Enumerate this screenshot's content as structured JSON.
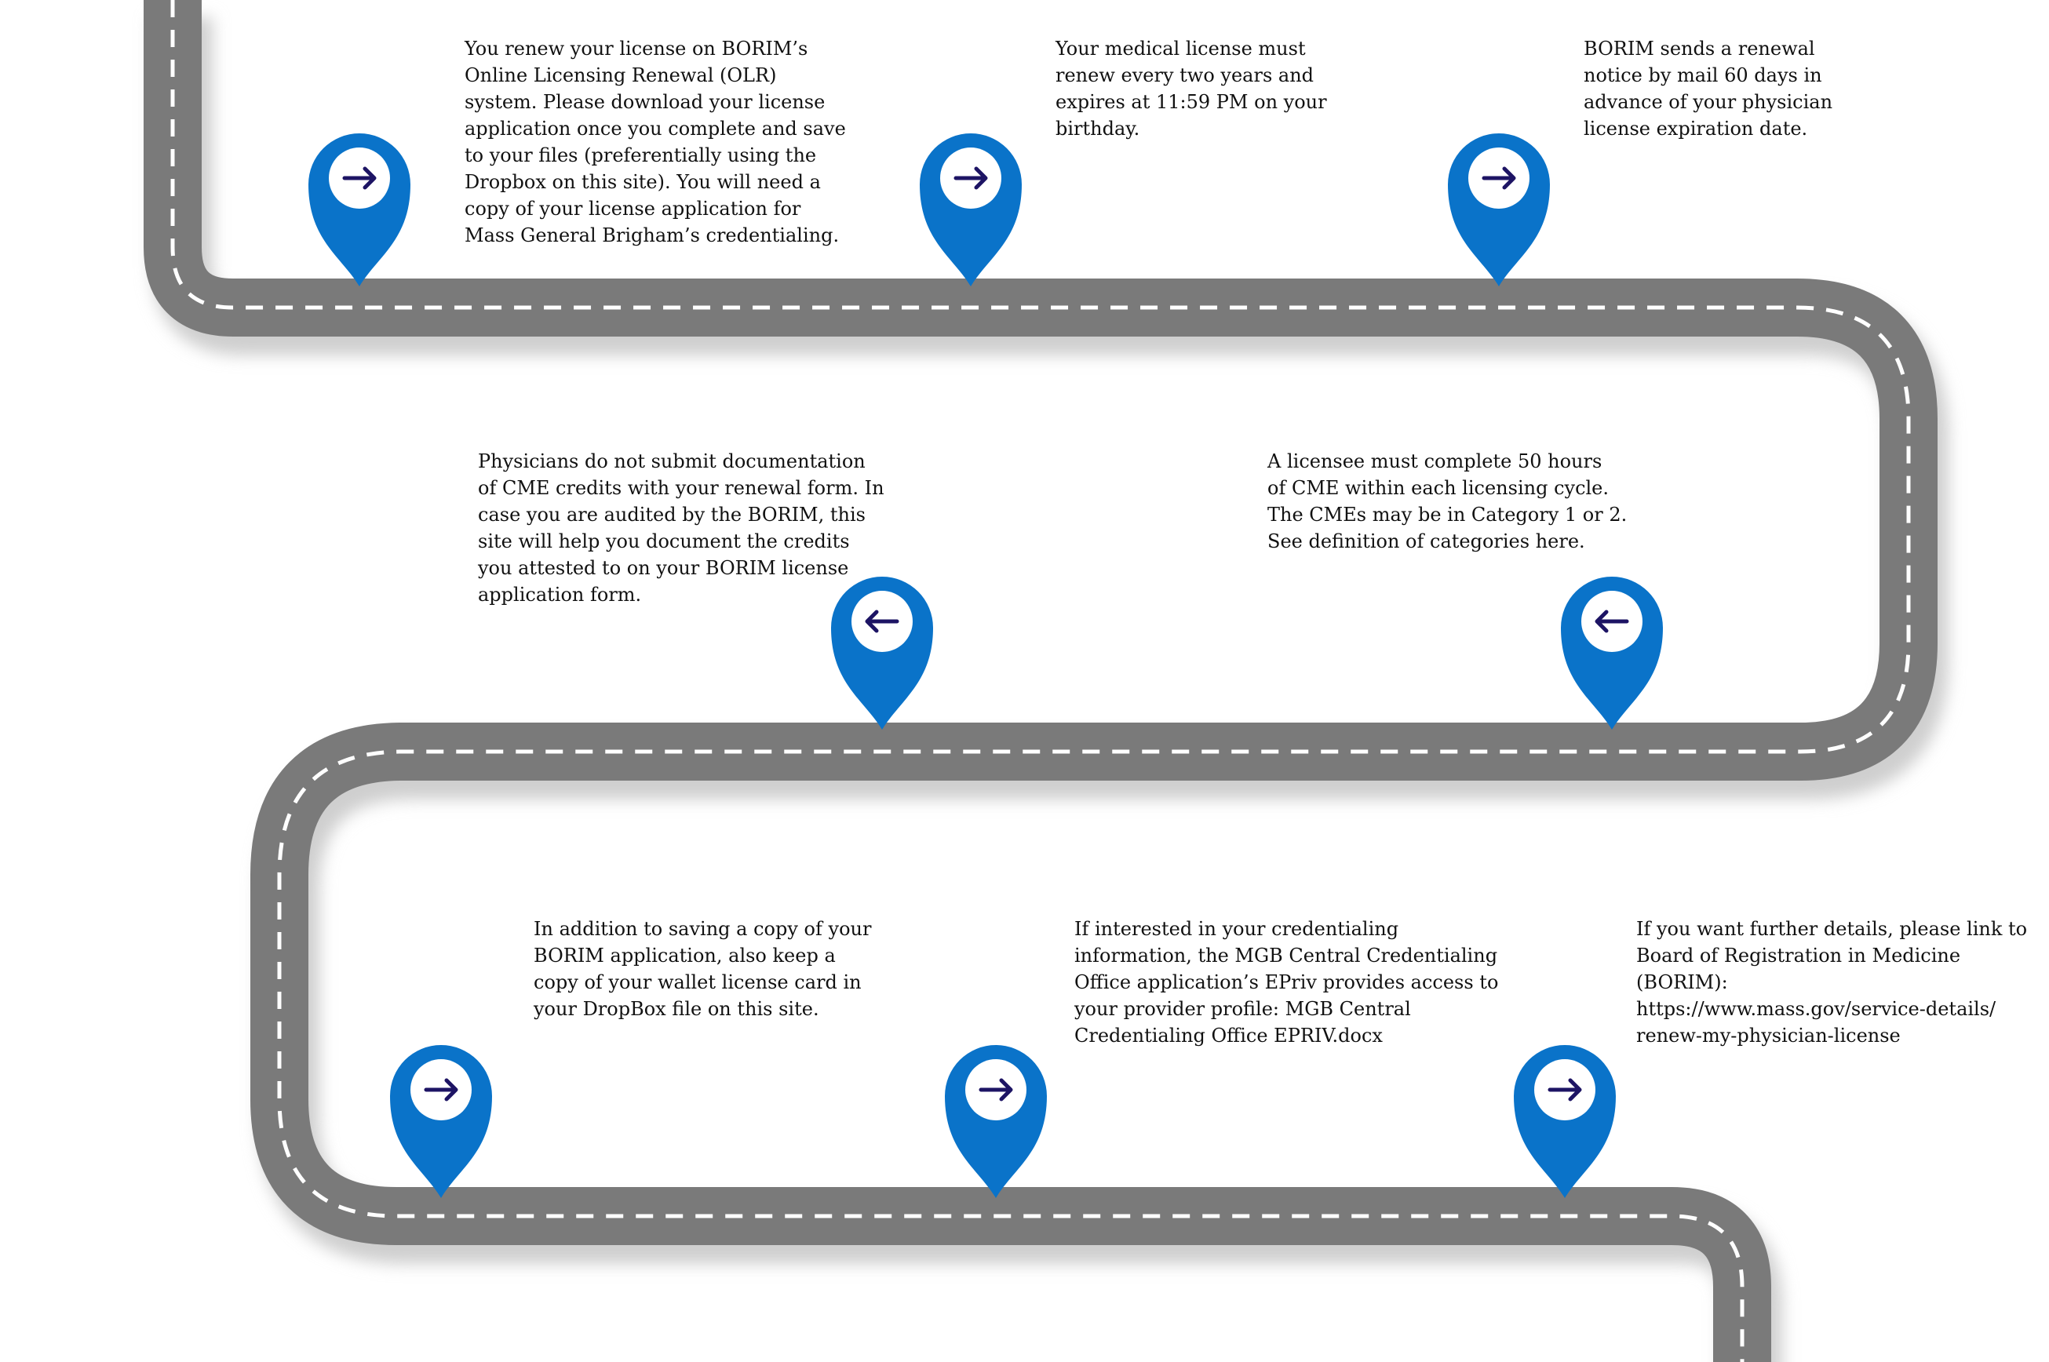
{
  "colors": {
    "road": "#7a7a7a",
    "road_shadow": "#cfcfcf",
    "lane_marking": "#ffffff",
    "pin": "#0a73c9",
    "pin_inner": "#ffffff",
    "arrow": "#1d1464"
  },
  "steps": [
    {
      "arrow": "right",
      "icon": "arrow-right-icon",
      "text": "You renew your license on BORIM’s\nOnline Licensing Renewal (OLR)\nsystem. Please download your license\napplication once you complete and save\nto your files (preferentially using the\nDropbox on this site). You will need a\ncopy of your license application for\nMass General Brigham’s credentialing."
    },
    {
      "arrow": "right",
      "icon": "arrow-right-icon",
      "text": "Your medical license must\nrenew every two years and\nexpires at 11:59 PM on your\nbirthday."
    },
    {
      "arrow": "right",
      "icon": "arrow-right-icon",
      "text": "BORIM sends a renewal\nnotice by mail 60 days in\nadvance of your physician\nlicense expiration date."
    },
    {
      "arrow": "left",
      "icon": "arrow-left-icon",
      "text": "Physicians do not submit documentation\nof CME credits with your renewal form. In\ncase you are audited by the BORIM, this\nsite will help you document the credits\nyou attested to on your BORIM license\napplication form."
    },
    {
      "arrow": "left",
      "icon": "arrow-left-icon",
      "text": "A licensee must complete 50 hours\nof CME within each licensing cycle.\nThe CMEs may be in Category 1 or 2.\nSee definition of categories here."
    },
    {
      "arrow": "right",
      "icon": "arrow-right-icon",
      "text": "In addition to saving a copy of your\nBORIM application, also keep a\ncopy of your wallet license card in\nyour DropBox file on this site."
    },
    {
      "arrow": "right",
      "icon": "arrow-right-icon",
      "text": "If interested in your credentialing\ninformation, the MGB Central Credentialing\nOffice application’s EPriv provides access to\nyour provider profile: MGB Central\nCredentialing Office EPRIV.docx"
    },
    {
      "arrow": "right",
      "icon": "arrow-right-icon",
      "text": "If you want further details, please link to\nBoard of Registration in Medicine\n(BORIM):\nhttps://www.mass.gov/service-details/\nrenew-my-physician-license"
    }
  ]
}
